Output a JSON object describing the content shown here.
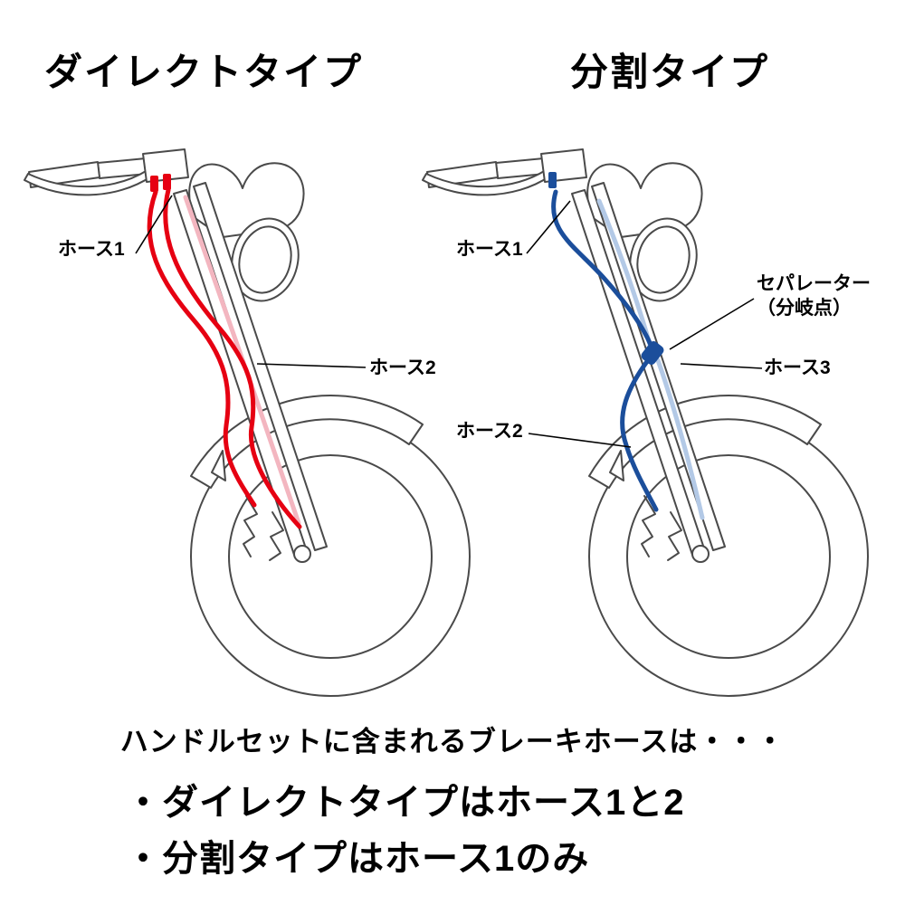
{
  "headings": {
    "direct": "ダイレクトタイプ",
    "split": "分割タイプ"
  },
  "labels": {
    "direct_hose1": "ホース1",
    "direct_hose2": "ホース2",
    "split_hose1": "ホース1",
    "split_separator_line1": "セパレーター",
    "split_separator_line2": "（分岐点）",
    "split_hose3": "ホース3",
    "split_hose2": "ホース2"
  },
  "footer": {
    "intro": "ハンドルセットに含まれるブレーキホースは・・・",
    "bullet1": "・ダイレクトタイプはホース1と2",
    "bullet2": "・分割タイプはホース1のみ"
  },
  "colors": {
    "direct_hose": "#e60012",
    "direct_hose_light": "#f3b6c0",
    "split_hose": "#1b4e9b",
    "split_hose_light": "#b3c9e6"
  }
}
